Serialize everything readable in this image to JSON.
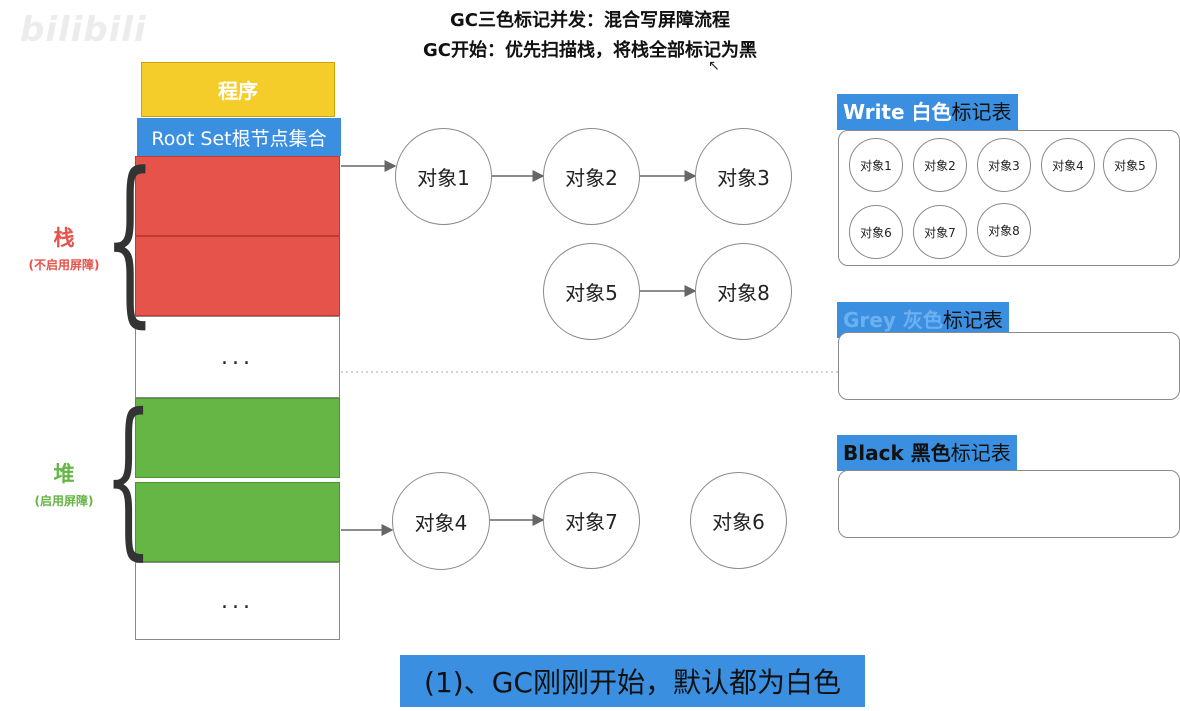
{
  "header": {
    "title_line1": "GC三色标记并发：混合写屏障流程",
    "title_line2": "GC开始：优先扫描栈，将栈全部标记为黑"
  },
  "watermark": "bilibili",
  "memory": {
    "program_label": "程序",
    "rootset_label": "Root Set根节点集合",
    "ellipsis": "...",
    "stack_label": "栈",
    "stack_note": "(不启用屏障)",
    "heap_label": "堆",
    "heap_note": "(启用屏障)"
  },
  "nodes": {
    "n1": "对象1",
    "n2": "对象2",
    "n3": "对象3",
    "n5": "对象5",
    "n8": "对象8",
    "n4": "对象4",
    "n7": "对象7",
    "n6": "对象6"
  },
  "tables": {
    "white": {
      "title_bold": "Write 白色",
      "title_rest": "标记表",
      "items": [
        "对象1",
        "对象2",
        "对象3",
        "对象4",
        "对象5",
        "对象6",
        "对象7",
        "对象8"
      ]
    },
    "grey": {
      "title_bold": "Grey 灰色",
      "title_rest": "标记表"
    },
    "black": {
      "title_bold": "Black 黑色",
      "title_rest": "标记表"
    }
  },
  "caption": "(1)、GC刚刚开始，默认都为白色",
  "colors": {
    "stack_red": "#e5534b",
    "heap_green": "#65b645",
    "program_yellow": "#f5cd2a",
    "accent_blue": "#3a8fe0"
  }
}
